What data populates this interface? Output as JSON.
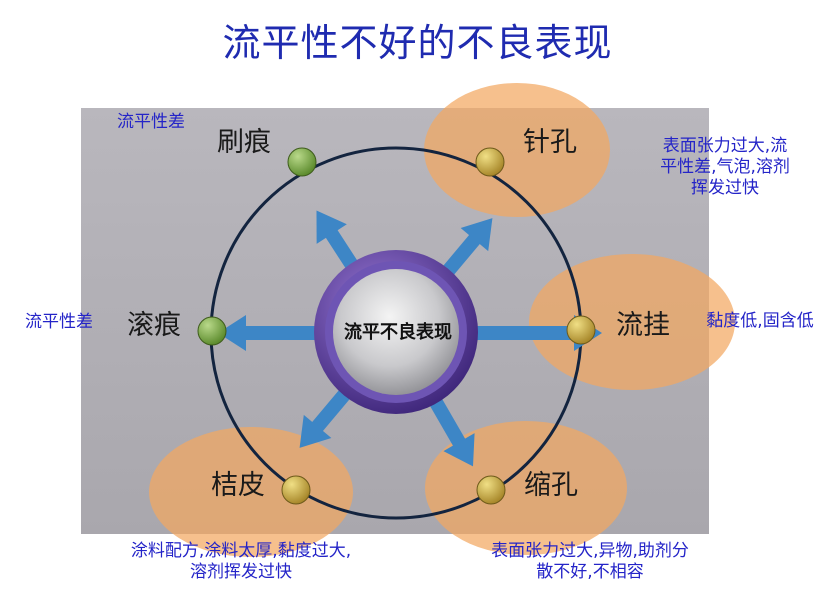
{
  "title": "流平性不好的不良表现",
  "center_label": "流平不良表现",
  "nodes": [
    {
      "id": "brush",
      "label": "刷痕",
      "note": "流平性差"
    },
    {
      "id": "pinhole",
      "label": "针孔",
      "note": "表面张力过大,流\n平性差,气泡,溶剂\n挥发过快"
    },
    {
      "id": "roll",
      "label": "滚痕",
      "note": "流平性差"
    },
    {
      "id": "sag",
      "label": "流挂",
      "note": "黏度低,固含低"
    },
    {
      "id": "orange",
      "label": "桔皮",
      "note": "涂料配方,涂料太厚,黏度过大,\n溶剂挥发过快"
    },
    {
      "id": "crater",
      "label": "缩孔",
      "note": "表面张力过大,异物,助剂分\n散不好,不相容"
    }
  ],
  "colors": {
    "title": "#1f2bb0",
    "note": "#2424c8",
    "highlight": "#f2a861",
    "ring": "#13243f",
    "arrow": "#3d86c6",
    "hub_ring": "#5b3fa0"
  }
}
